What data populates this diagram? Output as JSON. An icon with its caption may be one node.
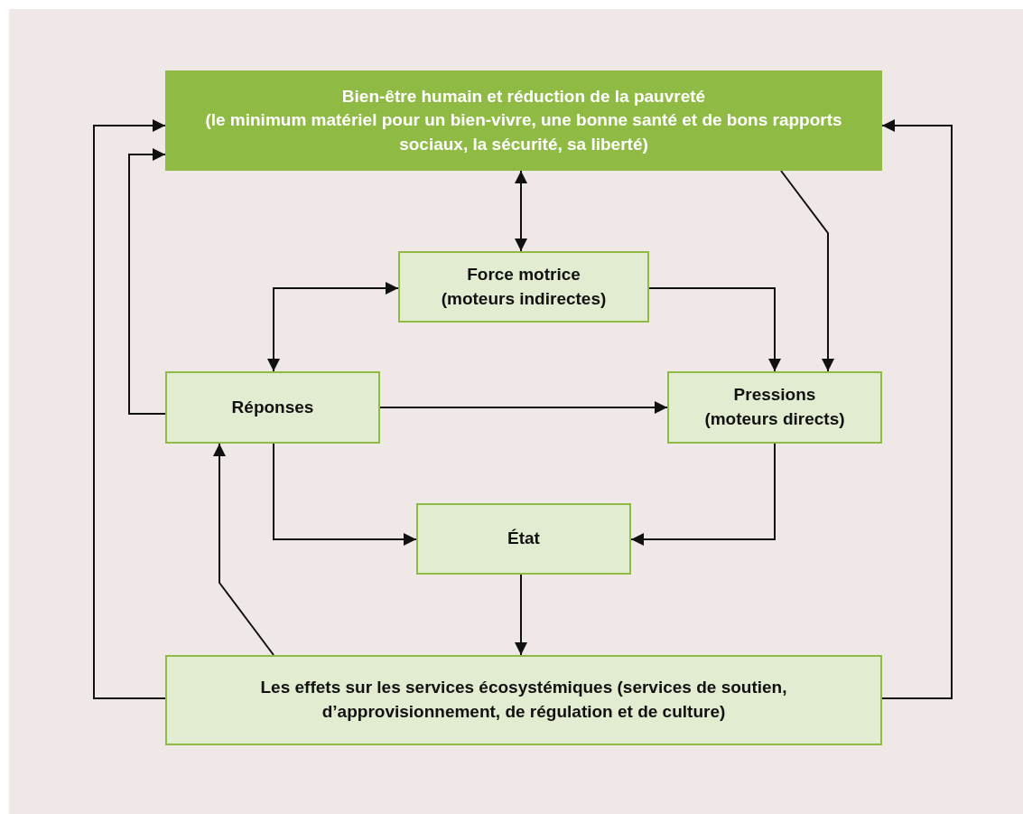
{
  "diagram": {
    "nodes": [
      {
        "text": [
          "Bien-être humain et réduction de la pauvreté",
          "(le minimum matériel pour un bien-vivre, une bonne santé et de bons rapports sociaux, la sécurité, sa liberté)"
        ]
      },
      {
        "text": [
          "Force motrice",
          "(moteurs indirectes)"
        ]
      },
      {
        "text": [
          "Réponses"
        ]
      },
      {
        "text": [
          "Pressions",
          "(moteurs directs)"
        ]
      },
      {
        "text": [
          "État"
        ]
      },
      {
        "text": [
          "Les effets sur les services écosystémiques (services de soutien, d’approvisionnement, de régulation et de culture)"
        ]
      }
    ],
    "edges": [
      {
        "from": 0,
        "to": 1,
        "arrow": "both"
      },
      {
        "from": 2,
        "to": 1,
        "arrow": "both"
      },
      {
        "from": 2,
        "to": 0,
        "arrow": "to"
      },
      {
        "from": 0,
        "to": 3,
        "arrow": "to"
      },
      {
        "from": 1,
        "to": 3,
        "arrow": "to"
      },
      {
        "from": 2,
        "to": 3,
        "arrow": "to"
      },
      {
        "from": 2,
        "to": 4,
        "arrow": "to"
      },
      {
        "from": 3,
        "to": 4,
        "arrow": "to"
      },
      {
        "from": 4,
        "to": 5,
        "arrow": "to"
      },
      {
        "from": 5,
        "to": 2,
        "arrow": "to"
      },
      {
        "from": 5,
        "to": 0,
        "arrow": "to"
      },
      {
        "from": 5,
        "to": 0,
        "arrow": "to"
      }
    ]
  }
}
